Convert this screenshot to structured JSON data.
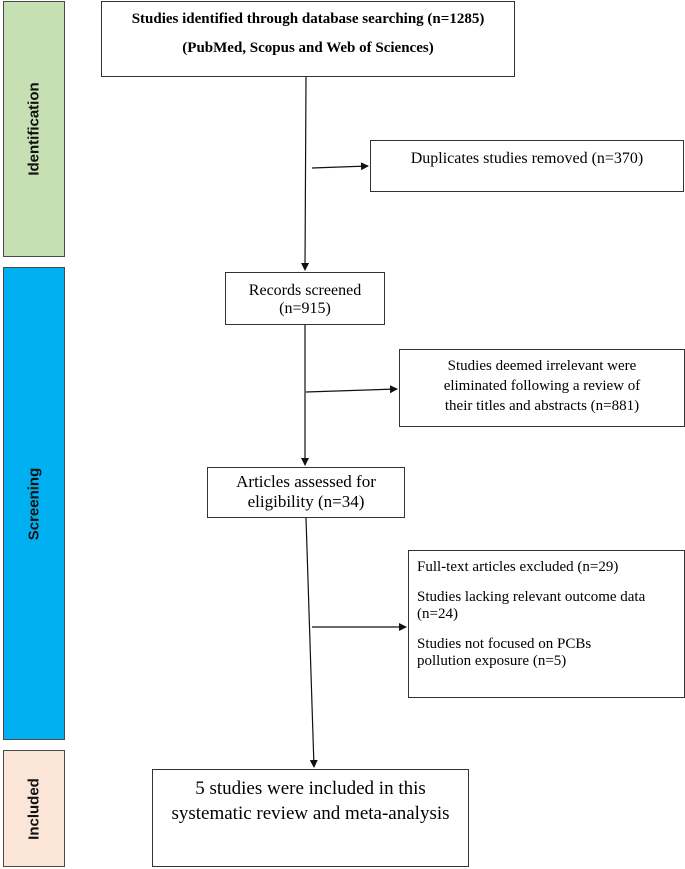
{
  "phases": {
    "identification": {
      "label": "Identification",
      "color": "#c6e0b4"
    },
    "screening": {
      "label": "Screening",
      "color": "#00b0f0"
    },
    "included": {
      "label": "Included",
      "color": "#fbe5d6"
    }
  },
  "boxes": {
    "identified": {
      "line1": "Studies identified through database searching (n=1285)",
      "line2": "(PubMed, Scopus and Web of Sciences)"
    },
    "duplicates": {
      "line1": "Duplicates studies removed (n=370)"
    },
    "screened": {
      "line1": "Records screened",
      "line2": "(n=915)"
    },
    "irrelevant": {
      "line1": "Studies deemed irrelevant were",
      "line2": "eliminated following a review of",
      "line3": "their titles and abstracts (n=881)"
    },
    "eligibility": {
      "line1": "Articles assessed for",
      "line2": "eligibility (n=34)"
    },
    "excluded": {
      "line1": "Full-text articles excluded (n=29)",
      "line2": "Studies lacking relevant outcome data",
      "line3": "(n=24)",
      "line4": "Studies not focused on PCBs",
      "line5": "pollution exposure (n=5)"
    },
    "included": {
      "line1": "5 studies were included in this",
      "line2": "systematic review and meta-analysis"
    }
  }
}
